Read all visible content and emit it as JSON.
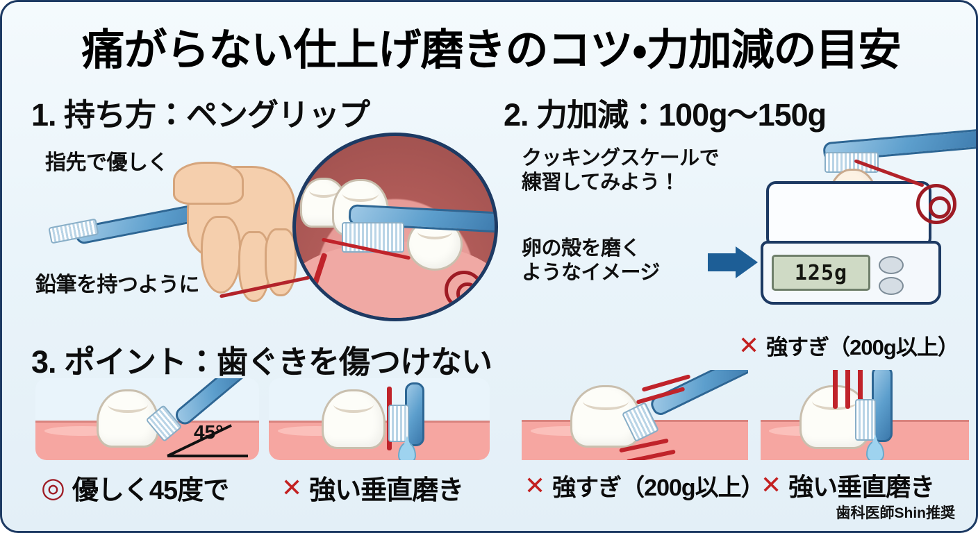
{
  "poster": {
    "title": "痛がらない仕上げ磨きのコツ・力加減の目安",
    "credit": "歯科医師Shin推奨",
    "colors": {
      "border": "#1d3a63",
      "background": "#eaf4fa",
      "good_mark": "#9e1b24",
      "bad_mark": "#c32020",
      "brush_blue": "#3b78ab",
      "gum_pink": "#f6a6a1",
      "arrow_blue": "#1d5e96"
    }
  },
  "sections": [
    {
      "number": "1.",
      "heading": "1. 持ち方：ペングリップ",
      "labels": [
        {
          "name": "finger",
          "text": "指先で優しく"
        },
        {
          "name": "pencil",
          "text": "鉛筆を持つように"
        }
      ],
      "marker": "◎"
    },
    {
      "number": "2.",
      "heading": "2. 力加減：100g〜150g",
      "labels": [
        {
          "name": "scale-practice",
          "line1": "クッキングスケールで",
          "line2": "練習してみよう！"
        },
        {
          "name": "egg-image",
          "line1": "卵の殻を磨く",
          "line2": "ようなイメージ"
        }
      ],
      "scale_reading": "125g",
      "arrow": "right-arrow",
      "marker": "◎"
    },
    {
      "number": "3.",
      "heading": "3. ポイント：歯ぐきを傷つけない",
      "panels": [
        {
          "name": "angle-45",
          "mark": "◎",
          "caption": "優しく45度で",
          "angle_label": "45°"
        },
        {
          "name": "vertical-hard",
          "mark": "✕",
          "caption": "強い垂直磨き"
        }
      ]
    }
  ],
  "warnings": [
    {
      "name": "too-strong-top",
      "mark": "✕",
      "caption": "強すぎ（200g以上）"
    },
    {
      "name": "too-strong-bottom",
      "mark": "✕",
      "caption": "強すぎ（200g以上）"
    },
    {
      "name": "vertical-bottom",
      "mark": "✕",
      "caption": "強い垂直磨き"
    }
  ]
}
